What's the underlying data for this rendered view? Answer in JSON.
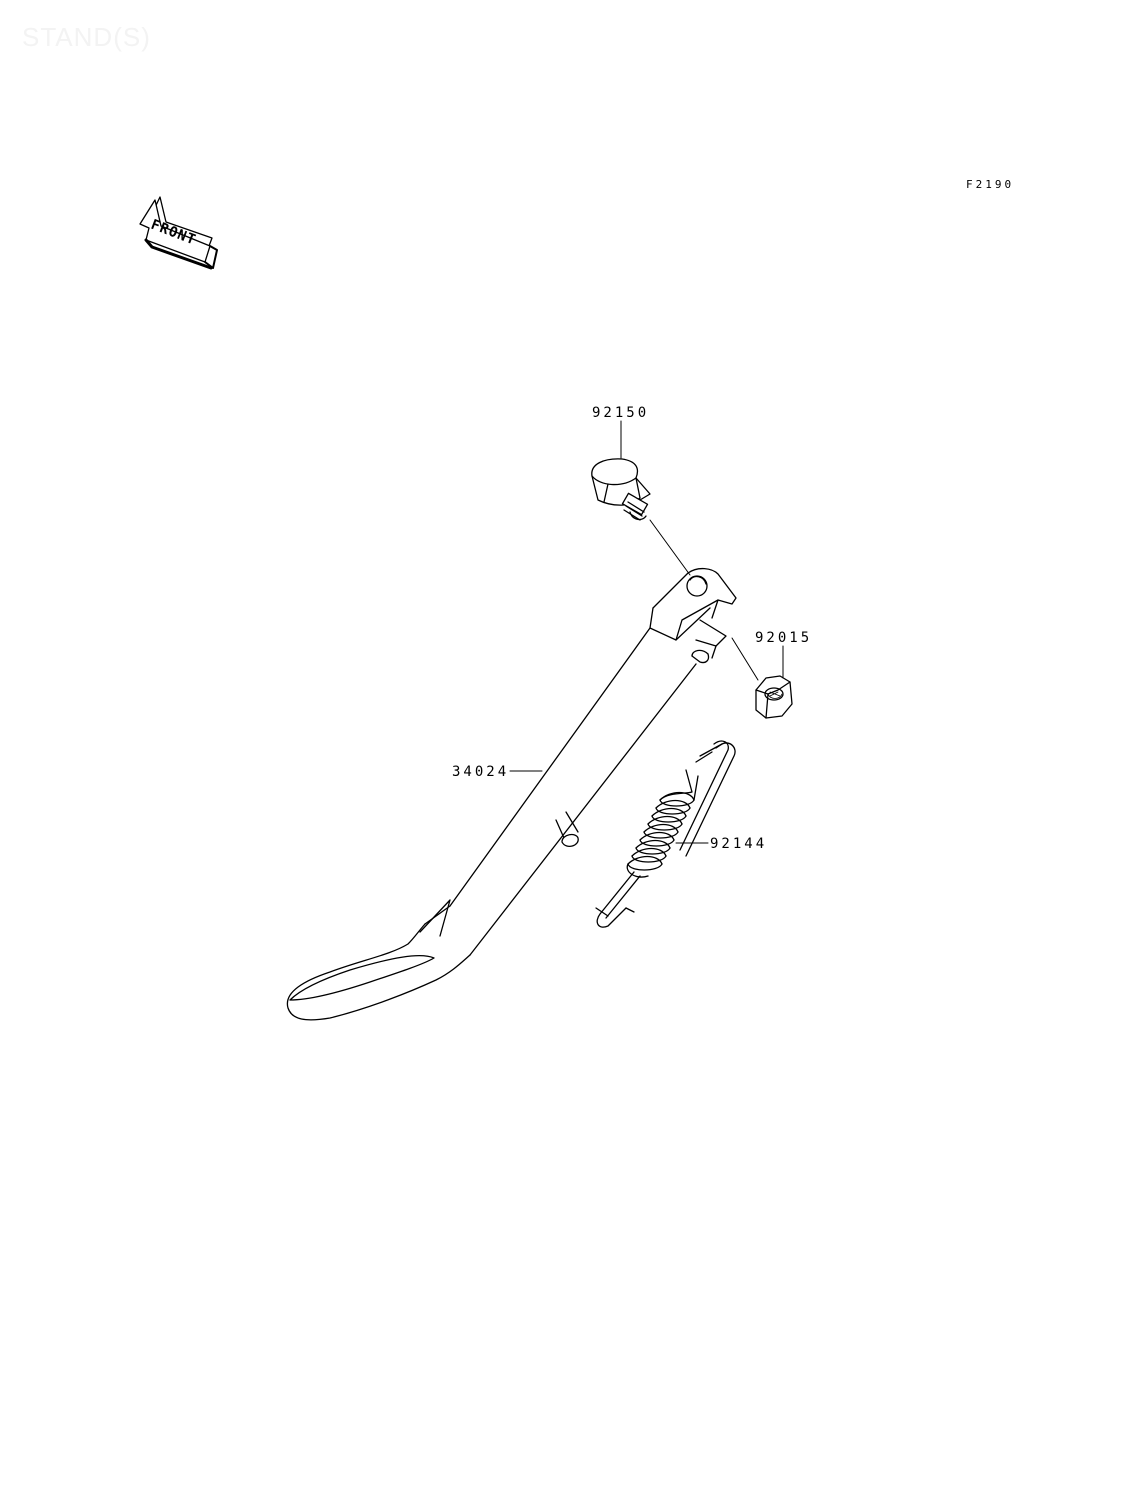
{
  "header": {
    "watermark": "STAND(S)",
    "figure_code": "F2190"
  },
  "front_arrow": {
    "label": "FRONT"
  },
  "parts": [
    {
      "id": "bolt",
      "number": "92150"
    },
    {
      "id": "nut",
      "number": "92015"
    },
    {
      "id": "side-stand",
      "number": "34024"
    },
    {
      "id": "spring",
      "number": "92144"
    }
  ],
  "colors": {
    "line": "#000000",
    "background": "#ffffff"
  }
}
